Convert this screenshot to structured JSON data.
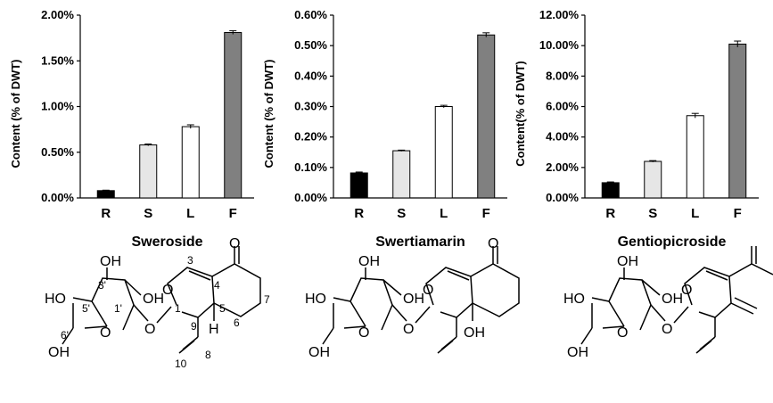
{
  "chart_data": [
    {
      "type": "bar",
      "xlabel": "Sweroside",
      "ylabel": "Content (% of DWT)",
      "categories": [
        "R",
        "S",
        "L",
        "F"
      ],
      "values": [
        0.08,
        0.58,
        0.78,
        1.81
      ],
      "errors": [
        0.005,
        0.01,
        0.02,
        0.02
      ],
      "ylim": [
        0,
        2.0
      ],
      "yticks": [
        "0.00%",
        "0.50%",
        "1.00%",
        "1.50%",
        "2.00%"
      ],
      "colors": [
        "#000000",
        "#e6e6e6",
        "#ffffff",
        "#808080"
      ]
    },
    {
      "type": "bar",
      "xlabel": "Swertiamarin",
      "ylabel": "Content (% of DWT)",
      "categories": [
        "R",
        "S",
        "L",
        "F"
      ],
      "values": [
        0.082,
        0.155,
        0.3,
        0.535
      ],
      "errors": [
        0.003,
        0.002,
        0.004,
        0.007
      ],
      "ylim": [
        0,
        0.6
      ],
      "yticks": [
        "0.00%",
        "0.10%",
        "0.20%",
        "0.30%",
        "0.40%",
        "0.50%",
        "0.60%"
      ],
      "colors": [
        "#000000",
        "#e6e6e6",
        "#ffffff",
        "#808080"
      ]
    },
    {
      "type": "bar",
      "xlabel": "Gentiopicroside",
      "ylabel": "Content(% of DWT)",
      "categories": [
        "R",
        "S",
        "L",
        "F"
      ],
      "values": [
        1.0,
        2.4,
        5.4,
        10.1
      ],
      "errors": [
        0.05,
        0.05,
        0.15,
        0.2
      ],
      "ylim": [
        0,
        12.0
      ],
      "yticks": [
        "0.00%",
        "2.00%",
        "4.00%",
        "6.00%",
        "8.00%",
        "10.00%",
        "12.00%"
      ],
      "colors": [
        "#000000",
        "#e6e6e6",
        "#ffffff",
        "#808080"
      ]
    }
  ],
  "structures": {
    "sweroside": {
      "atoms": [
        "OH",
        "HO",
        "OH",
        "O",
        "O",
        "O",
        "O",
        "OH",
        "H"
      ],
      "numbers": [
        "3'",
        "5'",
        "1'",
        "6'",
        "3",
        "4",
        "1",
        "5",
        "7",
        "9",
        "6",
        "8",
        "10"
      ]
    },
    "swertiamarin": {
      "atoms": [
        "OH",
        "HO",
        "OH",
        "O",
        "O",
        "O",
        "O",
        "OH",
        "OH"
      ]
    },
    "gentiopicroside": {
      "atoms": [
        "OH",
        "HO",
        "OH",
        "O",
        "O",
        "O",
        "OH"
      ]
    }
  }
}
